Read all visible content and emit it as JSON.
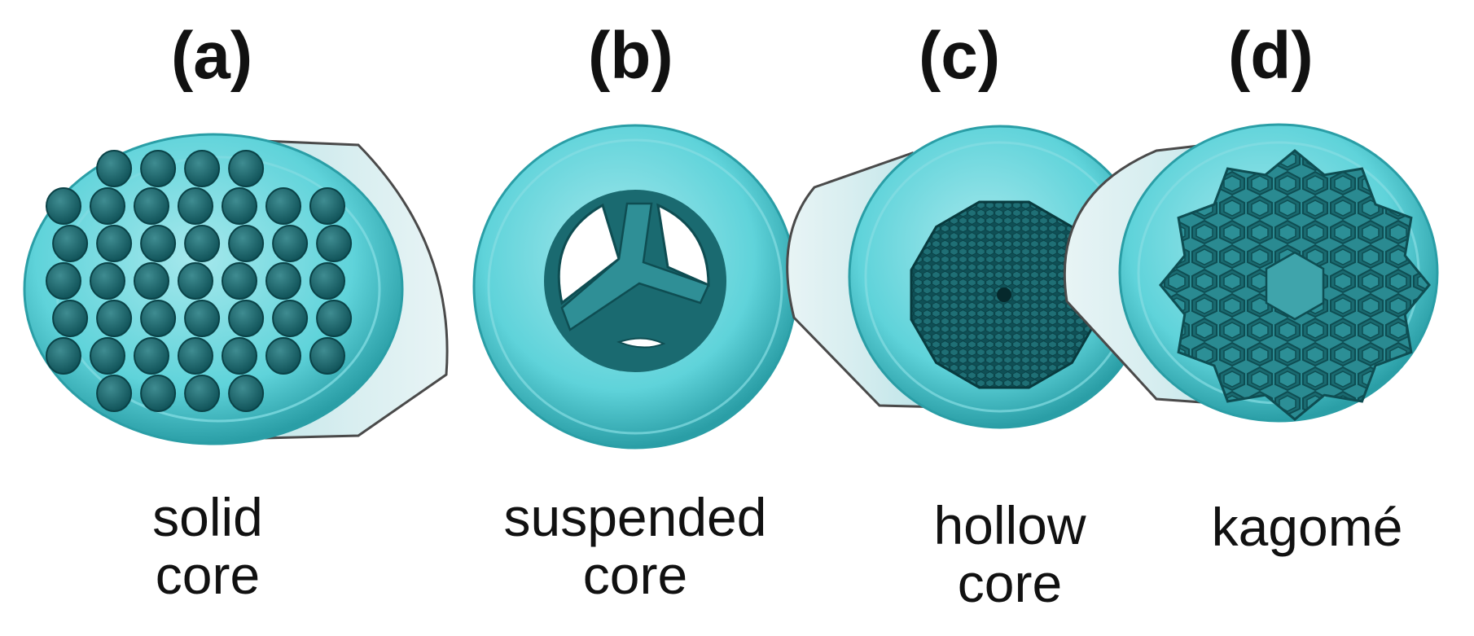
{
  "panels": [
    {
      "id": "a",
      "label": "(a)",
      "caption_line1": "solid",
      "caption_line2": "core"
    },
    {
      "id": "b",
      "label": "(b)",
      "caption_line1": "suspended",
      "caption_line2": "core"
    },
    {
      "id": "c",
      "label": "(c)",
      "caption_line1": "hollow",
      "caption_line2": "core"
    },
    {
      "id": "d",
      "label": "(d)",
      "caption_line1": "kagomé",
      "caption_line2": ""
    }
  ],
  "colors": {
    "cladding": "#5fd3da",
    "cladding_light": "#a6e8ec",
    "cladding_edge": "#2a9ea6",
    "core_dark": "#0f5a60",
    "hole": "#1c6d73",
    "tube_side": "#cfe9ec"
  }
}
